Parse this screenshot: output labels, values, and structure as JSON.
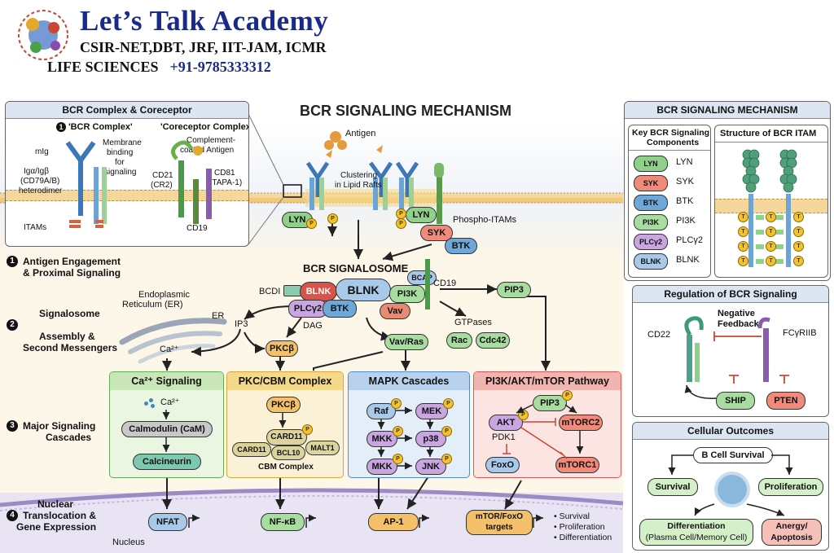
{
  "brand": {
    "title": "Let’s Talk Academy",
    "line1": "CSIR-NET,DBT, JRF, IIT-JAM, ICMR",
    "line2": "LIFE SCIENCES",
    "phone": "+91-9785333312"
  },
  "title": "BCR SIGNALING MECHANISM",
  "bcr_panel": {
    "title": "BCR Complex & Coreceptor",
    "bcr_complex": "'BCR Complex'",
    "coreceptor": "'Coreceptor Complex'",
    "num": "1",
    "mig": "mIg",
    "membrane_binding": [
      "Membrane",
      "binding",
      "for",
      "signaling"
    ],
    "iga": [
      "Igα/Igβ",
      "(CD79A/B)",
      "heterodimer"
    ],
    "complement": [
      "Complement-",
      "coated Antigen"
    ],
    "cd21": [
      "CD21",
      "(CR2)"
    ],
    "cd81": [
      "CD81",
      "(TAPA-1)"
    ],
    "cd19": "CD19",
    "itams": "ITAMs"
  },
  "steps": [
    {
      "num": "1",
      "lines": [
        "Antigen Engagement",
        "& Proximal Signaling"
      ]
    },
    {
      "num": "2",
      "lines": [
        "Signalosome",
        "Assembly &",
        "Second Messengers"
      ]
    },
    {
      "num": "3",
      "lines": [
        "Major Signaling",
        "Cascades"
      ]
    },
    {
      "num": "4",
      "lines": [
        "Nuclear",
        "Translocation &",
        "Gene Expression"
      ]
    }
  ],
  "membrane_labels": {
    "antigen": "Antigen",
    "clustering": [
      "Clustering",
      "in Lipid Rafts"
    ],
    "lyn": "LYN",
    "syk": "SYK",
    "btk": "BTK",
    "phospho": "Phospho-ITAMs",
    "p": "P"
  },
  "signalosome": {
    "title": "BCR SIGNALOSOME",
    "bcdi": "BCDI",
    "blnk": "BLNK",
    "blnk_big": "BLNK",
    "plcg2": "PLCγ2",
    "btk": "BTK",
    "pi3k": "PI3K",
    "bcap": "BCAP",
    "cd19": "CD19",
    "vav": "Vav",
    "pip3": "PIP3",
    "gtpases": "GTPases",
    "rac": "Rac",
    "cdc42": "Cdc42",
    "vavras": "Vav/Ras",
    "er": [
      "Endoplasmic",
      "Reticulum (ER)"
    ],
    "er_short": "ER",
    "ip3": "IP3",
    "dag": "DAG",
    "pkcb": "PKCβ",
    "ca": "Ca²⁺"
  },
  "cascades": {
    "ca": {
      "title": "Ca²⁺ Signaling",
      "ion": "Ca²⁺",
      "calmodulin": "Calmodulin (CaM)",
      "calcineurin": "Calcineurin"
    },
    "pkc": {
      "title": "PKC/CBM Complex",
      "pkcb": "PKCβ",
      "card11": "CARD11",
      "card11b": "CARD11",
      "bcl10": "BCL10",
      "malt1": "MALT1",
      "cbm": "CBM Complex"
    },
    "mapk": {
      "title": "MAPK Cascades",
      "raf": "Raf",
      "mek": "MEK",
      "mkk1": "MKK",
      "p38": "p38",
      "mkk2": "MKK",
      "jnk": "JNK"
    },
    "pi3k": {
      "title": "PI3K/AKT/mTOR Pathway",
      "pip3": "PIP3",
      "akt": "AKT",
      "mtorc2": "mTORC2",
      "pdk1": "PDK1",
      "foxo": "FoxO",
      "mtorc1": "mTORC1"
    }
  },
  "nucleus": {
    "label": "Nucleus",
    "nfat": "NFAT",
    "nfkb": "NF-κB",
    "ap1": "AP-1",
    "mtor_targets": [
      "mTOR/FoxO",
      "targets"
    ],
    "outcomes": [
      "• Survival",
      "• Proliferation",
      "• Differentiation"
    ]
  },
  "right_panel": {
    "title": "BCR SIGNALING MECHANISM",
    "key_title": [
      "Key BCR Signaling",
      "Components"
    ],
    "itam_title": "Structure of BCR ITAM",
    "itam_t": "T",
    "legend": [
      {
        "chip": "LYN",
        "label": "LYN",
        "color": "#8fd08a"
      },
      {
        "chip": "SYK",
        "label": "SYK",
        "color": "#f08a7a"
      },
      {
        "chip": "BTK",
        "label": "BTK",
        "color": "#6ea8d8"
      },
      {
        "chip": "PI3K",
        "label": "PI3K",
        "color": "#a8dca0"
      },
      {
        "chip": "PLCγ2",
        "label": "PLCγ2",
        "color": "#c9a6e0"
      },
      {
        "chip": "BLNK",
        "label": "BLNK",
        "color": "#a9c9ea"
      }
    ]
  },
  "regulation": {
    "title": "Regulation of BCR Signaling",
    "neg": [
      "Negative",
      "Feedback"
    ],
    "cd22": "CD22",
    "fcg": "FCγRIIB",
    "ship": "SHIP",
    "pten": "PTEN"
  },
  "outcomes": {
    "title": "Cellular Outcomes",
    "survival_top": "B Cell Survival",
    "survival": "Survival",
    "proliferation": "Proliferation",
    "differentiation": [
      "Differentiation",
      "(Plasma Cell/Memory Cell)"
    ],
    "anergy": [
      "Anergy/",
      "Apoptosis"
    ]
  }
}
